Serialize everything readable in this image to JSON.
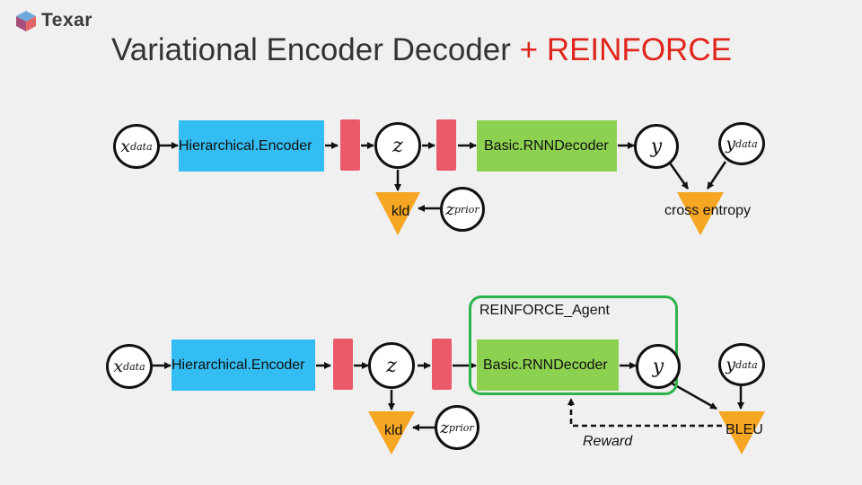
{
  "logo": {
    "text": "Texar"
  },
  "title": {
    "main": "Variational Encoder Decoder",
    "plus": "+",
    "accent": "REINFORCE"
  },
  "colors": {
    "encoder": "#33bdf2",
    "decoder": "#8dd150",
    "bar": "#ea5a6a",
    "loss": "#f5a623",
    "agent_border": "#2db34a",
    "title_accent": "#e0261c"
  },
  "top": {
    "x_node": {
      "symbol": "x",
      "sub": "data"
    },
    "encoder": "Hierarchical.Encoder",
    "z_node": {
      "symbol": "z"
    },
    "decoder": "Basic.RNNDecoder",
    "y_node": {
      "symbol": "y"
    },
    "ydata_node": {
      "symbol": "y",
      "sub": "data"
    },
    "zprior_node": {
      "symbol": "z",
      "sub": "prior"
    },
    "kld": "kld",
    "loss": "cross entropy"
  },
  "bottom": {
    "x_node": {
      "symbol": "x",
      "sub": "data"
    },
    "encoder": "Hierarchical.Encoder",
    "z_node": {
      "symbol": "z"
    },
    "decoder": "Basic.RNNDecoder",
    "y_node": {
      "symbol": "y"
    },
    "ydata_node": {
      "symbol": "y",
      "sub": "data"
    },
    "zprior_node": {
      "symbol": "z",
      "sub": "prior"
    },
    "kld": "kld",
    "agent": "REINFORCE_Agent",
    "reward": "Reward",
    "loss": "BLEU"
  }
}
